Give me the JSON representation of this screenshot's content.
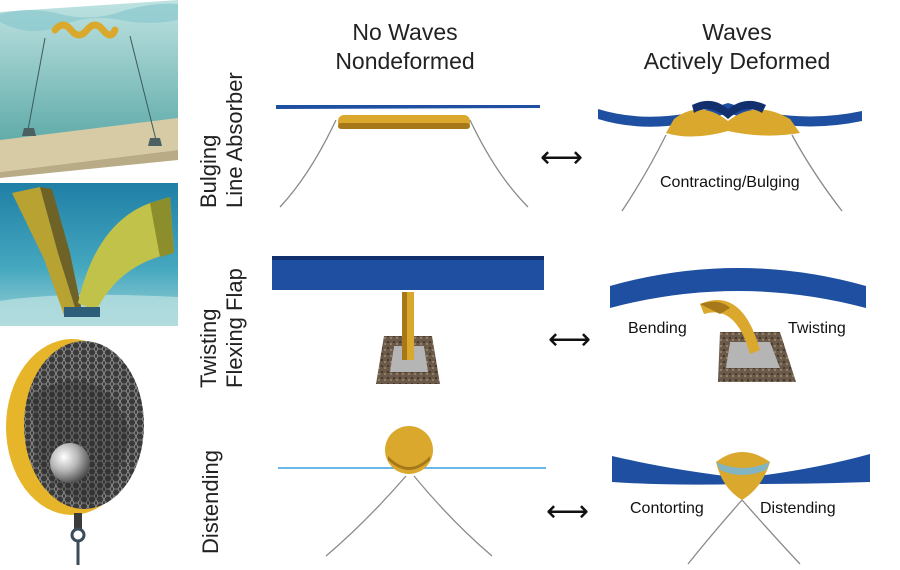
{
  "columns": {
    "no_waves": {
      "line1": "No Waves",
      "line2": "Nondeformed"
    },
    "waves": {
      "line1": "Waves",
      "line2": "Actively Deformed"
    }
  },
  "rows": [
    {
      "line1": "Bulging",
      "line2": "Line Absorber",
      "annotations": [
        "Contracting/Bulging"
      ]
    },
    {
      "line1": "Twisting",
      "line2": "Flexing Flap",
      "annotations": [
        "Bending",
        "Twisting"
      ]
    },
    {
      "line1": "Distending",
      "line2": "",
      "annotations": [
        "Contorting",
        "Distending"
      ]
    }
  ],
  "arrow_glyph": "⟷",
  "colors": {
    "wave_blue": "#1f4fa0",
    "deep_blue": "#12306e",
    "absorber_gold": "#d9a82c",
    "gold_dark": "#a7781a",
    "sea_teal": "#6fb3b5",
    "sand": "#cdbf9a",
    "water_line": "#6bb8e8",
    "tether": "#8a8a8a"
  }
}
